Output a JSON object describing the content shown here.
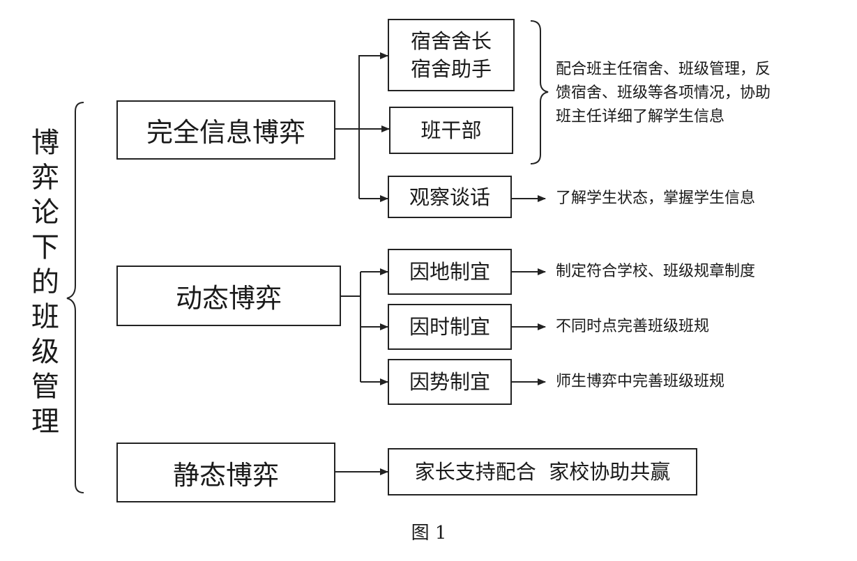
{
  "title": "博弈论下的班级管理",
  "categories": {
    "full_info": "完全信息博弈",
    "dynamic": "动态博弈",
    "static": "静态博弈"
  },
  "full_info_items": {
    "dorm_line1": "宿舍舍长",
    "dorm_line2": "宿舍助手",
    "cadre": "班干部",
    "observe": "观察谈话"
  },
  "dynamic_items": {
    "place": "因地制宜",
    "time": "因时制宜",
    "situation": "因势制宜"
  },
  "static_items": {
    "family": "家长支持配合  家校协助共赢"
  },
  "notes": {
    "dorm_cadre_line1": "配合班主任宿舍、班级管理，反",
    "dorm_cadre_line2": "馈宿舍、班级等各项情况，协助",
    "dorm_cadre_line3": "班主任详细了解学生信息",
    "observe": "了解学生状态，掌握学生信息",
    "place": "制定符合学校、班级规章制度",
    "time": "不同时点完善班级班规",
    "situation": "师生博弈中完善班级班规"
  },
  "caption": "图 1"
}
